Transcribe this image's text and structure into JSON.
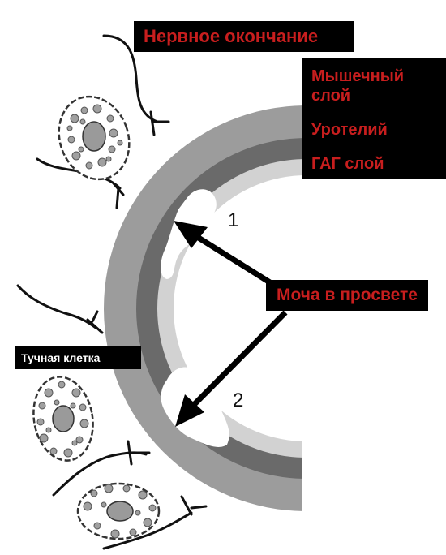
{
  "labels": {
    "nerve_ending": "Нервное окончание",
    "muscle_layer": "Мышечный слой",
    "urothelium": "Уротелий",
    "gag_layer": "ГАГ слой",
    "urine_in_lumen": "Моча в просвете",
    "mast_cell": "Тучная клетка",
    "marker_1": "1",
    "marker_2": "2"
  },
  "colors": {
    "label_background": "#000000",
    "label_text": "#c81e1e",
    "mast_label_text": "#ffffff",
    "muscle_layer": "#9c9c9c",
    "urothelium": "#6a6a6a",
    "gag_layer": "#d2d2d2",
    "arrow": "#000000"
  }
}
